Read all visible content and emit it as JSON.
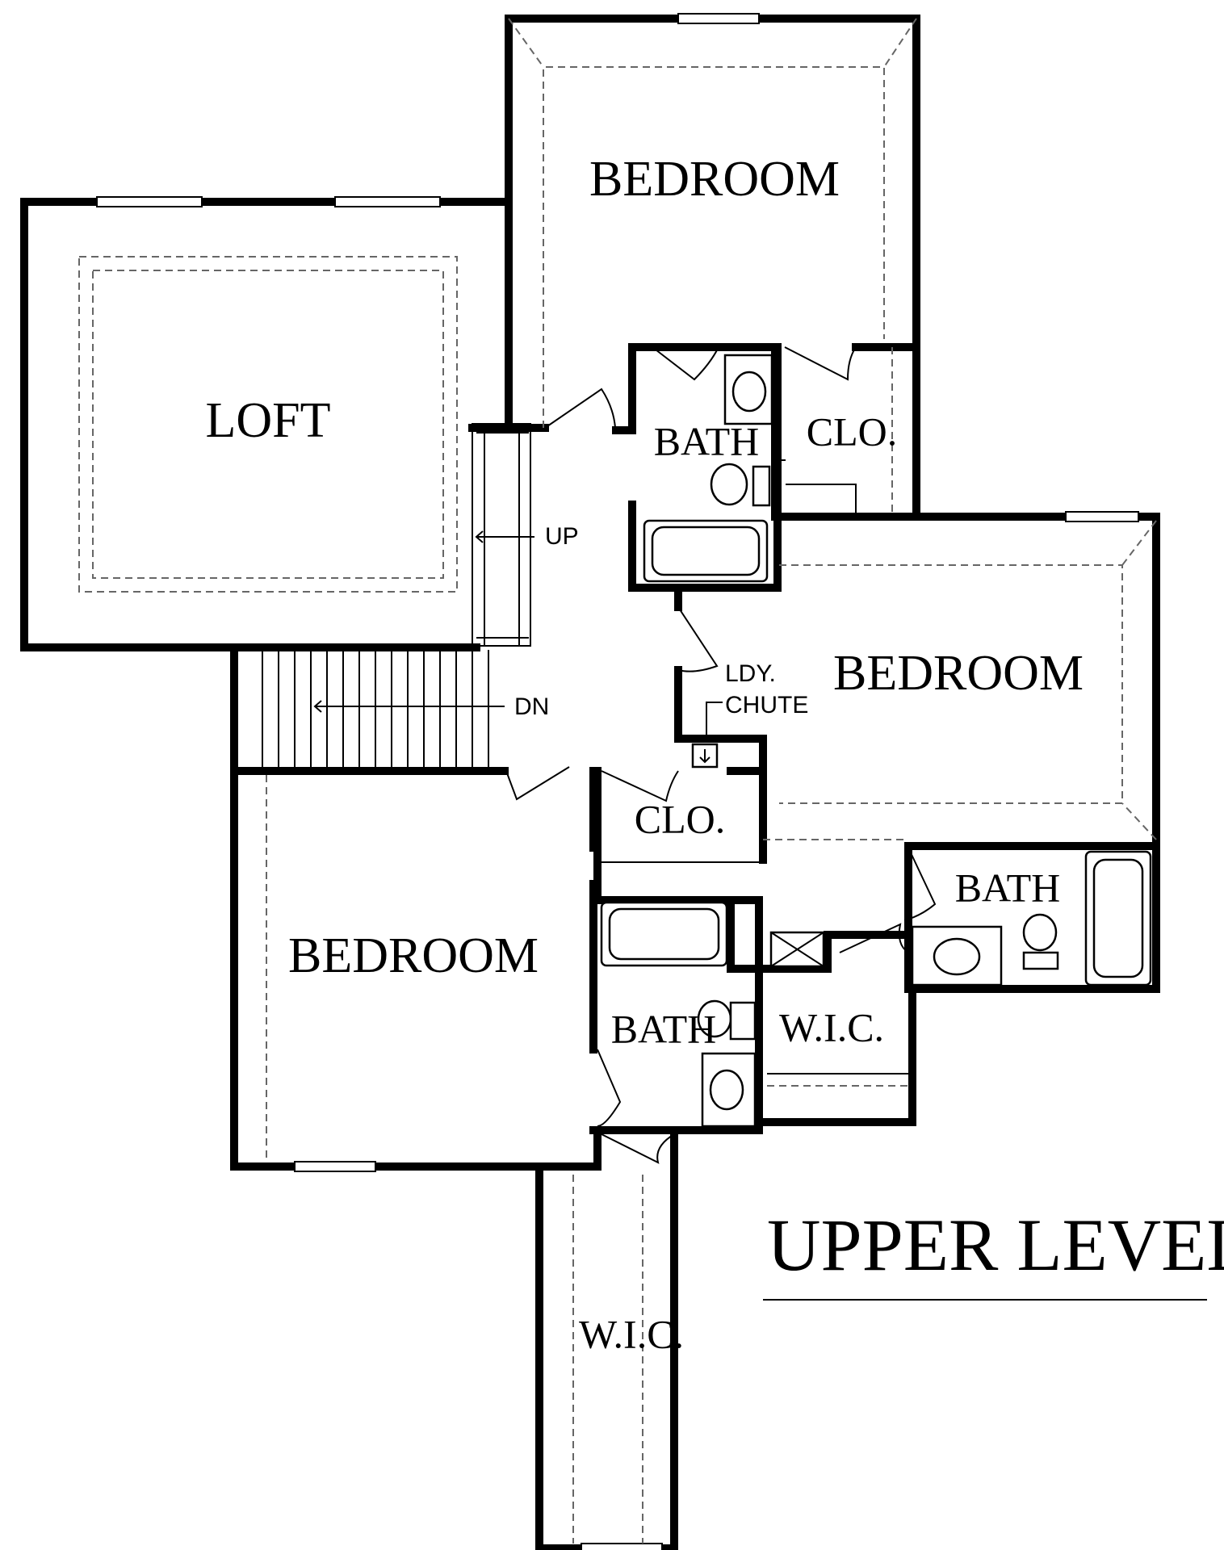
{
  "plan": {
    "title": "UPPER LEVEL",
    "rooms": {
      "bedroom_top": "BEDROOM",
      "loft": "LOFT",
      "bath_top": "BATH",
      "clo_top": "CLO.",
      "bedroom_right": "BEDROOM",
      "laundry_chute": "LDY.\nCHUTE",
      "ldy": "LDY.",
      "chute": "CHUTE",
      "clo_mid": "CLO.",
      "bath_right": "BATH",
      "bedroom_left": "BEDROOM",
      "bath_mid": "BATH",
      "wic_right": "W.I.C.",
      "wic_bottom": "W.I.C."
    },
    "stairs": {
      "up_label": "UP",
      "down_label": "DN"
    },
    "colors": {
      "wall": "#000000",
      "background": "#ffffff"
    }
  }
}
